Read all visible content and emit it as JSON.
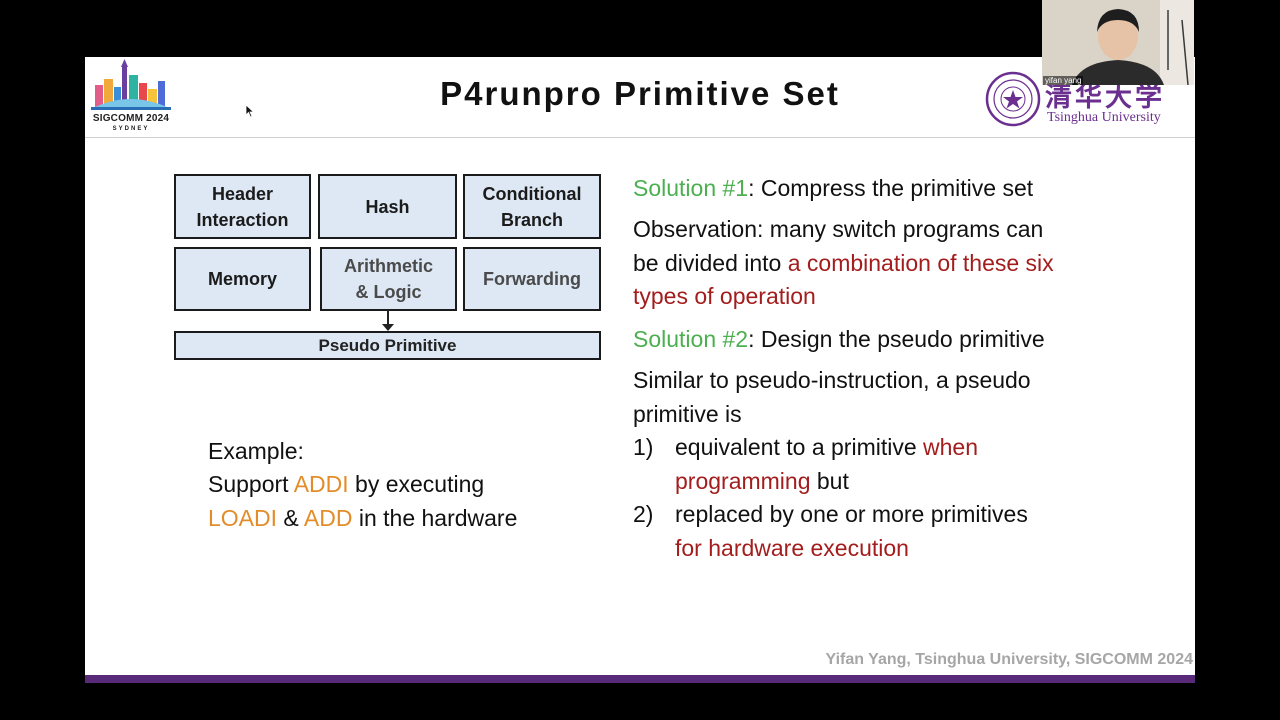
{
  "header": {
    "title": "P4runpro Primitive Set",
    "conference": "SIGCOMM 2024",
    "conference_city": "SYDNEY",
    "university_cn": "清华大学",
    "university_en": "Tsinghua University"
  },
  "diagram": {
    "boxes": [
      "Header Interaction",
      "Hash",
      "Conditional Branch",
      "Memory",
      "Arithmetic & Logic",
      "Forwarding"
    ],
    "pseudo": "Pseudo Primitive"
  },
  "example": {
    "line1": "Example:",
    "l2a": "Support ",
    "l2b": "ADDI",
    "l2c": " by executing",
    "l3a": "LOADI",
    "l3b": " & ",
    "l3c": "ADD",
    "l3d": " in the hardware"
  },
  "right": {
    "s1a": "Solution #1",
    "s1b": ": Compress the primitive set",
    "obs1": "Observation: many switch programs can",
    "obs2a": "be divided into ",
    "obs2b": "a combination of these six",
    "obs3": "types of operation",
    "s2a": "Solution #2",
    "s2b": ": Design the pseudo primitive",
    "sim1": "Similar to pseudo-instruction, a pseudo",
    "sim2": "primitive is",
    "i1n": "1)",
    "i1a": "equivalent to a primitive ",
    "i1b": "when",
    "i1c": "programming",
    "i1d": " but",
    "i2n": "2)",
    "i2a": "replaced by one or more primitives",
    "i2b": "for hardware execution"
  },
  "footer": "Yifan Yang, Tsinghua University, SIGCOMM 2024",
  "webcam": {
    "name": "yifan yang"
  },
  "colors": {
    "accent_green": "#4caf50",
    "accent_red": "#a31d1d",
    "accent_orange": "#e38d2a",
    "brand_purple": "#5a2a7a"
  }
}
